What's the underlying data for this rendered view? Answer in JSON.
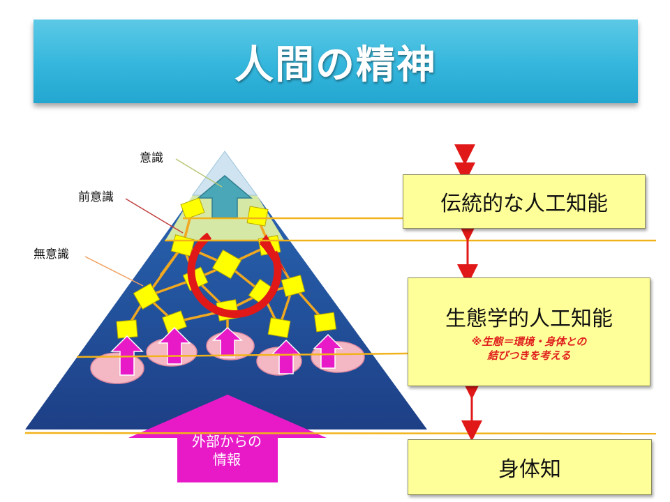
{
  "title": "人間の精神",
  "layers": {
    "conscious": "意識",
    "preconscious": "前意識",
    "unconscious": "無意識"
  },
  "external_input": {
    "line1": "外部からの",
    "line2": "情報"
  },
  "approaches": {
    "traditional": "伝統的な人工知能",
    "ecological": "生態学的人工知能",
    "ecological_note1": "※生態＝環境・身体との",
    "ecological_note2": "結びつきを考える",
    "embodied": "身体知"
  },
  "colors": {
    "title_bar": "#34b6dc",
    "pyramid_dark": "#1f4f9a",
    "preconscious_band": "#d6e8a6",
    "conscious_apex": "#cfe3f0",
    "node": "#ffff00",
    "edge": "#f0a820",
    "cycle_arrow": "#e01818",
    "up_arrow": "#e81ac8",
    "bubble": "#f4b8c4",
    "divider": "#f2b31a",
    "box": "#ffff99",
    "range_arrow": "#e01818"
  }
}
